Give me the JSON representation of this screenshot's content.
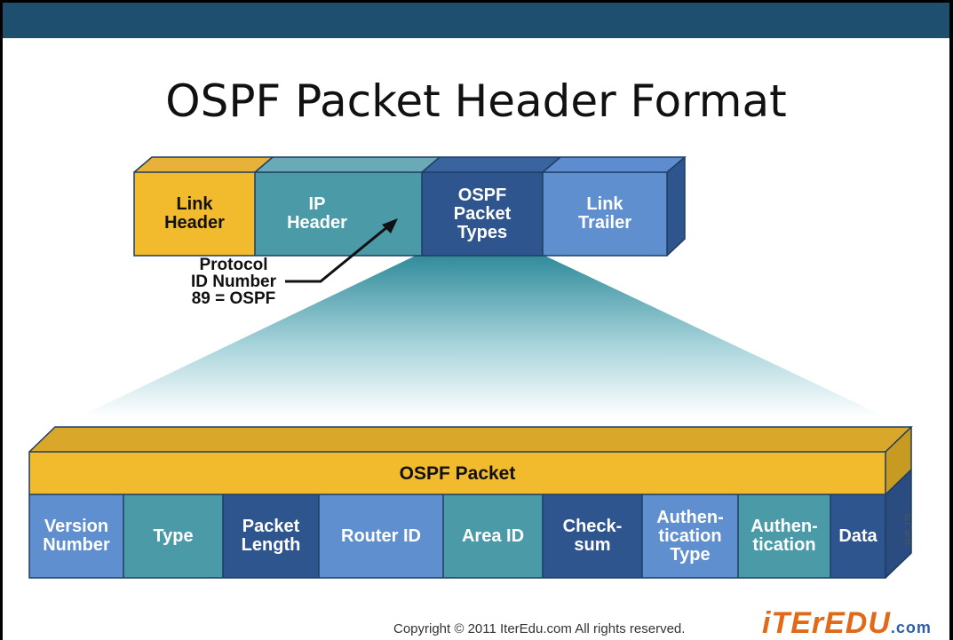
{
  "title": "OSPF Packet Header Format",
  "top_row": {
    "link_header": [
      "Link",
      "Header"
    ],
    "ip_header": [
      "IP",
      "Header"
    ],
    "ospf_packet_types": [
      "OSPF",
      "Packet",
      "Types"
    ],
    "link_trailer": [
      "Link",
      "Trailer"
    ]
  },
  "protocol_note": [
    "Protocol",
    "ID Number",
    "89 = OSPF"
  ],
  "ospf_packet_label": "OSPF Packet",
  "fields": [
    {
      "label": [
        "Version",
        "Number"
      ]
    },
    {
      "label": [
        "Type"
      ]
    },
    {
      "label": [
        "Packet",
        "Length"
      ]
    },
    {
      "label": [
        "Router ID"
      ]
    },
    {
      "label": [
        "Area ID"
      ]
    },
    {
      "label": [
        "Check-",
        "sum"
      ]
    },
    {
      "label": [
        "Authen-",
        "tication",
        "Type"
      ]
    },
    {
      "label": [
        "Authen-",
        "tication"
      ]
    },
    {
      "label": [
        "Data"
      ]
    }
  ],
  "copyright": "Copyright © 2011 IterEdu.com  All rights reserved.",
  "logo": {
    "main": "iTErEDU",
    "suffix": ".com"
  },
  "figure_code": "314P_175",
  "colors": {
    "topbar": "#1e4f6e",
    "gold": "#f2bb2e",
    "teal": "#4b9aa8",
    "dark_blue": "#2f558e",
    "mid_blue": "#5f8fcf"
  }
}
